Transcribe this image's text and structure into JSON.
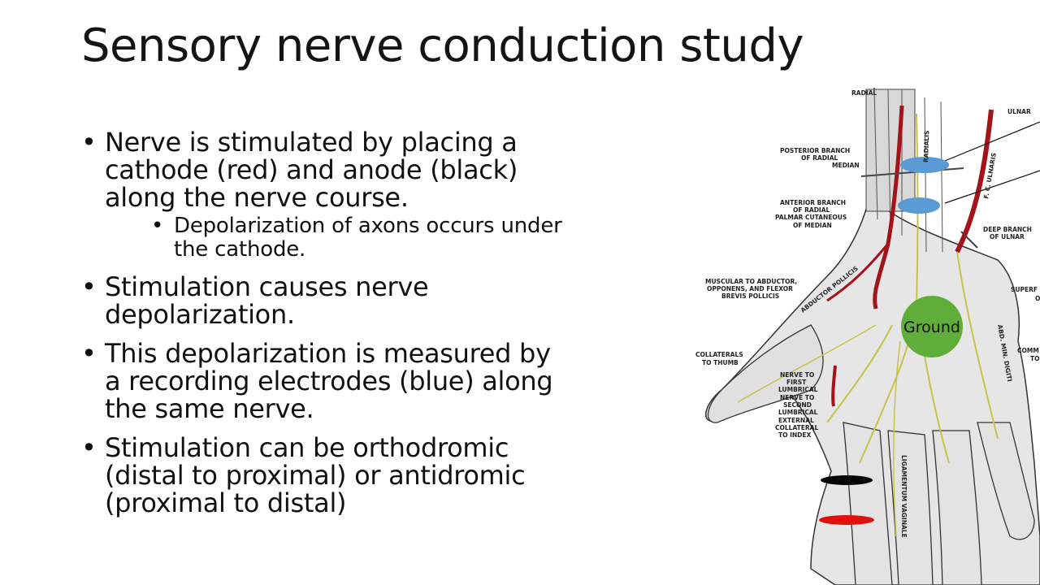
{
  "slide": {
    "title": "Sensory nerve conduction study",
    "bullets": [
      {
        "text": "Nerve is stimulated by placing a cathode (red) and anode (black) along the nerve course.",
        "sub": [
          "Depolarization of axons occurs under the cathode."
        ]
      },
      {
        "text": "Stimulation causes nerve depolarization."
      },
      {
        "text": "This depolarization is measured by a recording electrodes (blue) along the same nerve."
      },
      {
        "text": "Stimulation can be orthodromic (distal to proximal) or antidromic (proximal to distal)"
      }
    ]
  },
  "figure": {
    "ground_label": "Ground",
    "labels": {
      "radial": "RADIAL",
      "ulnar": "ULNAR",
      "posterior_branch_radial_1": "POSTERIOR BRANCH",
      "posterior_branch_radial_2": "OF RADIAL",
      "median": "MEDIAN",
      "anterior_branch_radial_1": "ANTERIOR BRANCH",
      "anterior_branch_radial_2": "OF RADIAL",
      "palmar_cutaneous_1": "PALMAR CUTANEOUS",
      "palmar_cutaneous_2": "OF MEDIAN",
      "deep_branch_ulnar_1": "DEEP BRANCH",
      "deep_branch_ulnar_2": "OF ULNAR",
      "muscular_1": "MUSCULAR TO ABDUCTOR,",
      "muscular_2": "OPPONENS, AND FLEXOR",
      "muscular_3": "BREVIS POLLICIS",
      "superficial_1": "SUPERF",
      "superficial_2": "O",
      "collaterals_1": "COLLATERALS",
      "collaterals_2": "TO THUMB",
      "comm_1": "COMM",
      "comm_2": "TO",
      "nerve_first_1": "NERVE TO",
      "nerve_first_2": "FIRST",
      "nerve_first_3": "LUMBRICAL",
      "nerve_second_1": "NERVE TO",
      "nerve_second_2": "SECOND",
      "nerve_second_3": "LUMBRICAL",
      "external_1": "EXTERNAL",
      "external_2": "COLLATERAL",
      "external_3": "TO INDEX",
      "ligamentum": "LIGAMENTUM VAGINALE",
      "abductor_pollicis": "ABDUCTOR POLLICIS",
      "ulnaris": "F. C. ULNARIS",
      "radialis": "RADIALIS",
      "abd_min": "ABD. MIN. DIGITI"
    },
    "colors": {
      "cathode": "#e0110d",
      "anode": "#050505",
      "recording": "#5b9bd5",
      "ground": "#5fae3a",
      "artery": "#a3141a",
      "nerve": "#c9c24a"
    }
  }
}
